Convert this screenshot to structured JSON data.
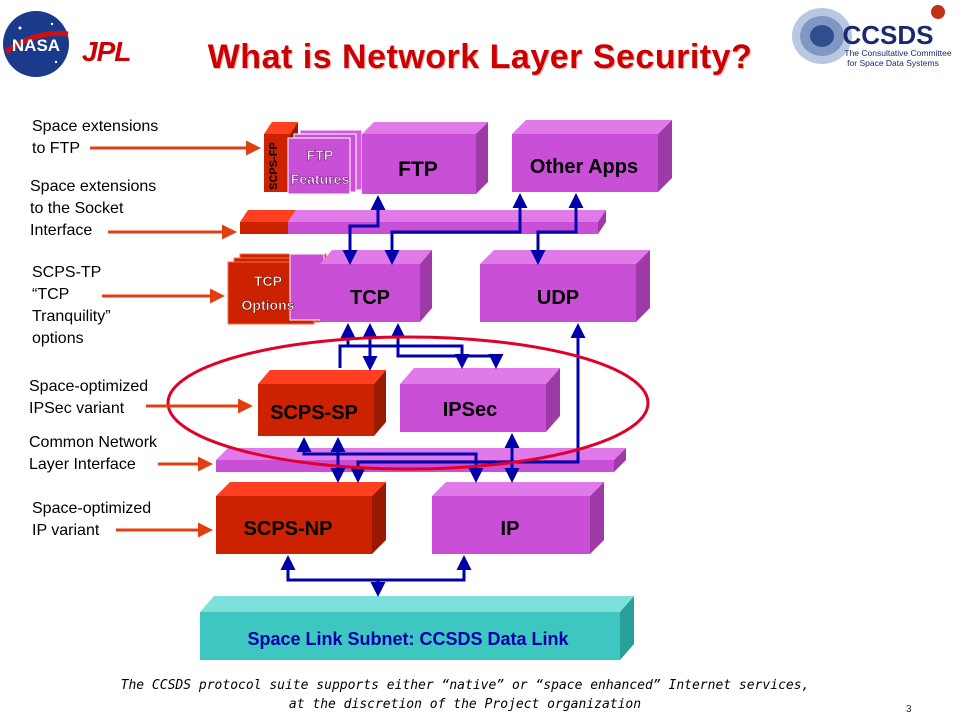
{
  "header": {
    "title": "What is Network Layer Security?",
    "nasa_logo_text": "NASA",
    "jpl_logo_text": "JPL",
    "ccsds_logo_text": "CCSDS",
    "ccsds_subtitle_1": "The Consultative Committee",
    "ccsds_subtitle_2": "for Space Data Systems"
  },
  "labels": {
    "ftp_ext": "Space extensions\nto FTP",
    "socket_ext": "Space extensions\nto the Socket\nInterface",
    "tcp_options": "SCPS-TP\n“TCP\nTranquility”\noptions",
    "ipsec_variant": "Space-optimized\nIPSec variant",
    "common_net": "Common Network\nLayer Interface",
    "ip_variant": "Space-optimized\nIP variant"
  },
  "blocks": {
    "scps_fp": "SCPS-FP",
    "ftp_features_1": "FTP",
    "ftp_features_2": "Features",
    "ftp": "FTP",
    "other_apps": "Other Apps",
    "tcp_options_1": "TCP",
    "tcp_options_2": "Options",
    "tcp": "TCP",
    "udp": "UDP",
    "scps_sp": "SCPS-SP",
    "ipsec": "IPSec",
    "scps_np": "SCPS-NP",
    "ip": "IP",
    "space_link": "Space Link Subnet: CCSDS Data Link"
  },
  "footer": {
    "text": "The CCSDS protocol suite supports either “native” or “space enhanced” Internet services,\nat the discretion of the Project organization",
    "page_number": "3"
  },
  "colors": {
    "title": "#cc0000",
    "magenta_front": "#c94fd6",
    "magenta_side": "#9e3aa8",
    "magenta_top": "#e07ae8",
    "red_front": "#cc2200",
    "teal_front": "#3ec6c0",
    "arrow_blue": "#0000aa",
    "pointer_red": "#e04010",
    "ellipse_red": "#e0002a"
  }
}
